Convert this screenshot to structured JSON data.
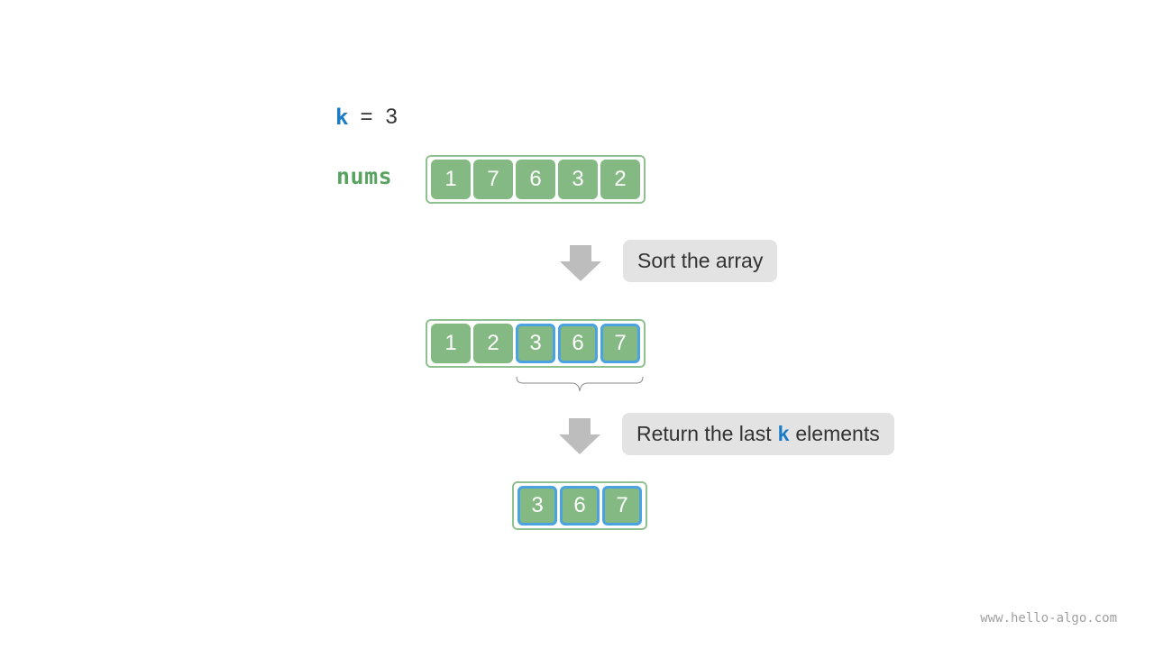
{
  "k_label": {
    "var": "k",
    "eq": "=",
    "value": "3"
  },
  "nums_label": "nums",
  "input_array": [
    {
      "value": "1",
      "highlighted": false
    },
    {
      "value": "7",
      "highlighted": false
    },
    {
      "value": "6",
      "highlighted": false
    },
    {
      "value": "3",
      "highlighted": false
    },
    {
      "value": "2",
      "highlighted": false
    }
  ],
  "step1": {
    "caption": "Sort the array"
  },
  "sorted_array": [
    {
      "value": "1",
      "highlighted": false
    },
    {
      "value": "2",
      "highlighted": false
    },
    {
      "value": "3",
      "highlighted": true
    },
    {
      "value": "6",
      "highlighted": true
    },
    {
      "value": "7",
      "highlighted": true
    }
  ],
  "step2": {
    "caption_before": "Return the last",
    "caption_k": "k",
    "caption_after": "elements"
  },
  "result_array": [
    {
      "value": "3",
      "highlighted": true
    },
    {
      "value": "6",
      "highlighted": true
    },
    {
      "value": "7",
      "highlighted": true
    }
  ],
  "watermark": "www.hello-algo.com",
  "colors": {
    "cell_fill": "#84b984",
    "array_border": "#8fc08f",
    "highlight_border": "#4aa3e0",
    "k_color": "#1a7cc7",
    "nums_color": "#5aa260",
    "arrow": "#bdbdbd",
    "caption_bg": "#e3e3e3"
  }
}
